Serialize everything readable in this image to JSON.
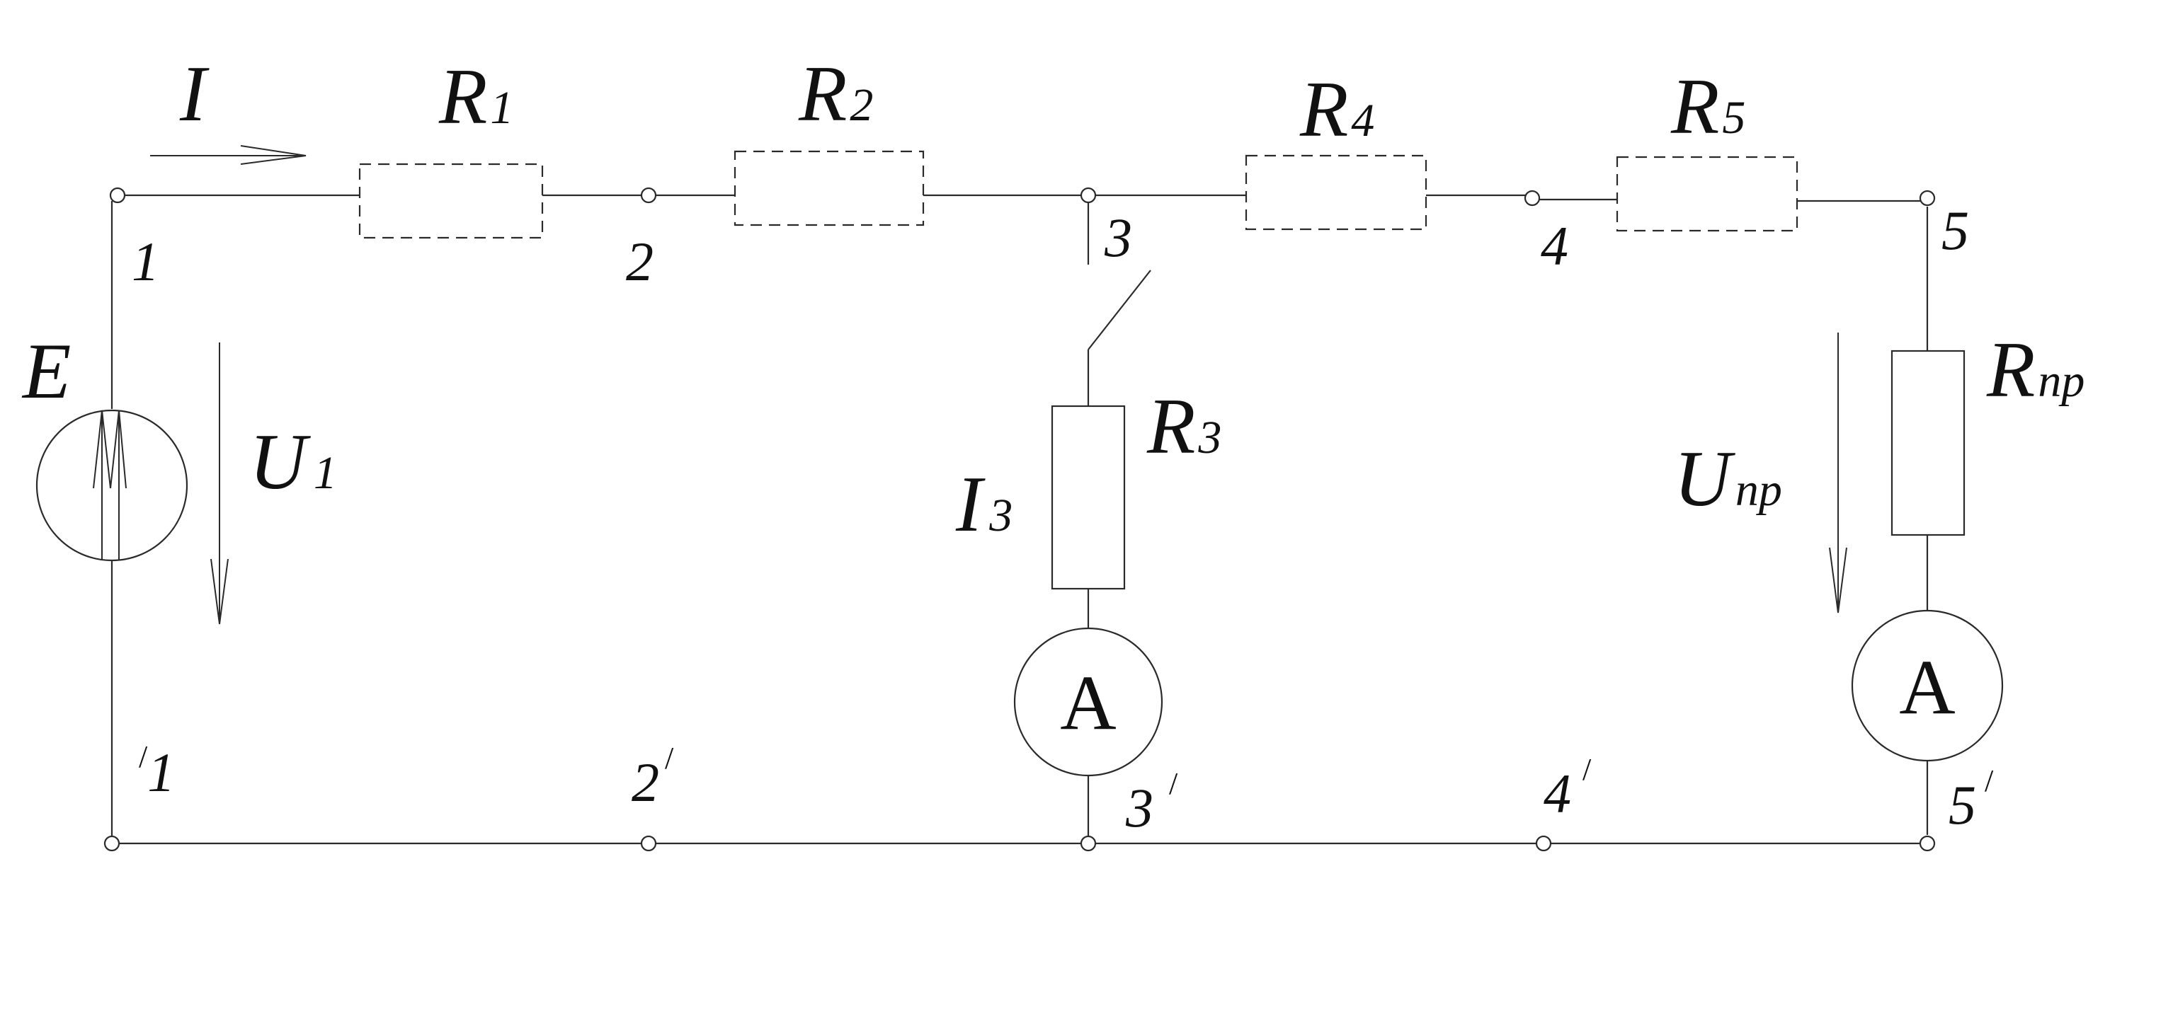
{
  "components": {
    "source": {
      "symbol": "E"
    },
    "current": {
      "symbol": "I"
    },
    "voltage_in": {
      "symbol": "U",
      "sub": "1"
    },
    "r1": {
      "symbol": "R",
      "sub": "1"
    },
    "r2": {
      "symbol": "R",
      "sub": "2"
    },
    "r3": {
      "symbol": "R",
      "sub": "3"
    },
    "r4": {
      "symbol": "R",
      "sub": "4"
    },
    "r5": {
      "symbol": "R",
      "sub": "5"
    },
    "rnp": {
      "symbol": "R",
      "sub": "пр"
    },
    "branch_current": {
      "symbol": "I",
      "sub": "3"
    },
    "voltage_out": {
      "symbol": "U",
      "sub": "пр"
    },
    "ammeter_1": {
      "label": "A"
    },
    "ammeter_2": {
      "label": "A"
    }
  },
  "nodes": {
    "top": [
      "1",
      "2",
      "3",
      "4",
      "5"
    ],
    "bottom": [
      "1",
      "2",
      "3",
      "4",
      "5"
    ],
    "prime_mark": "/"
  }
}
